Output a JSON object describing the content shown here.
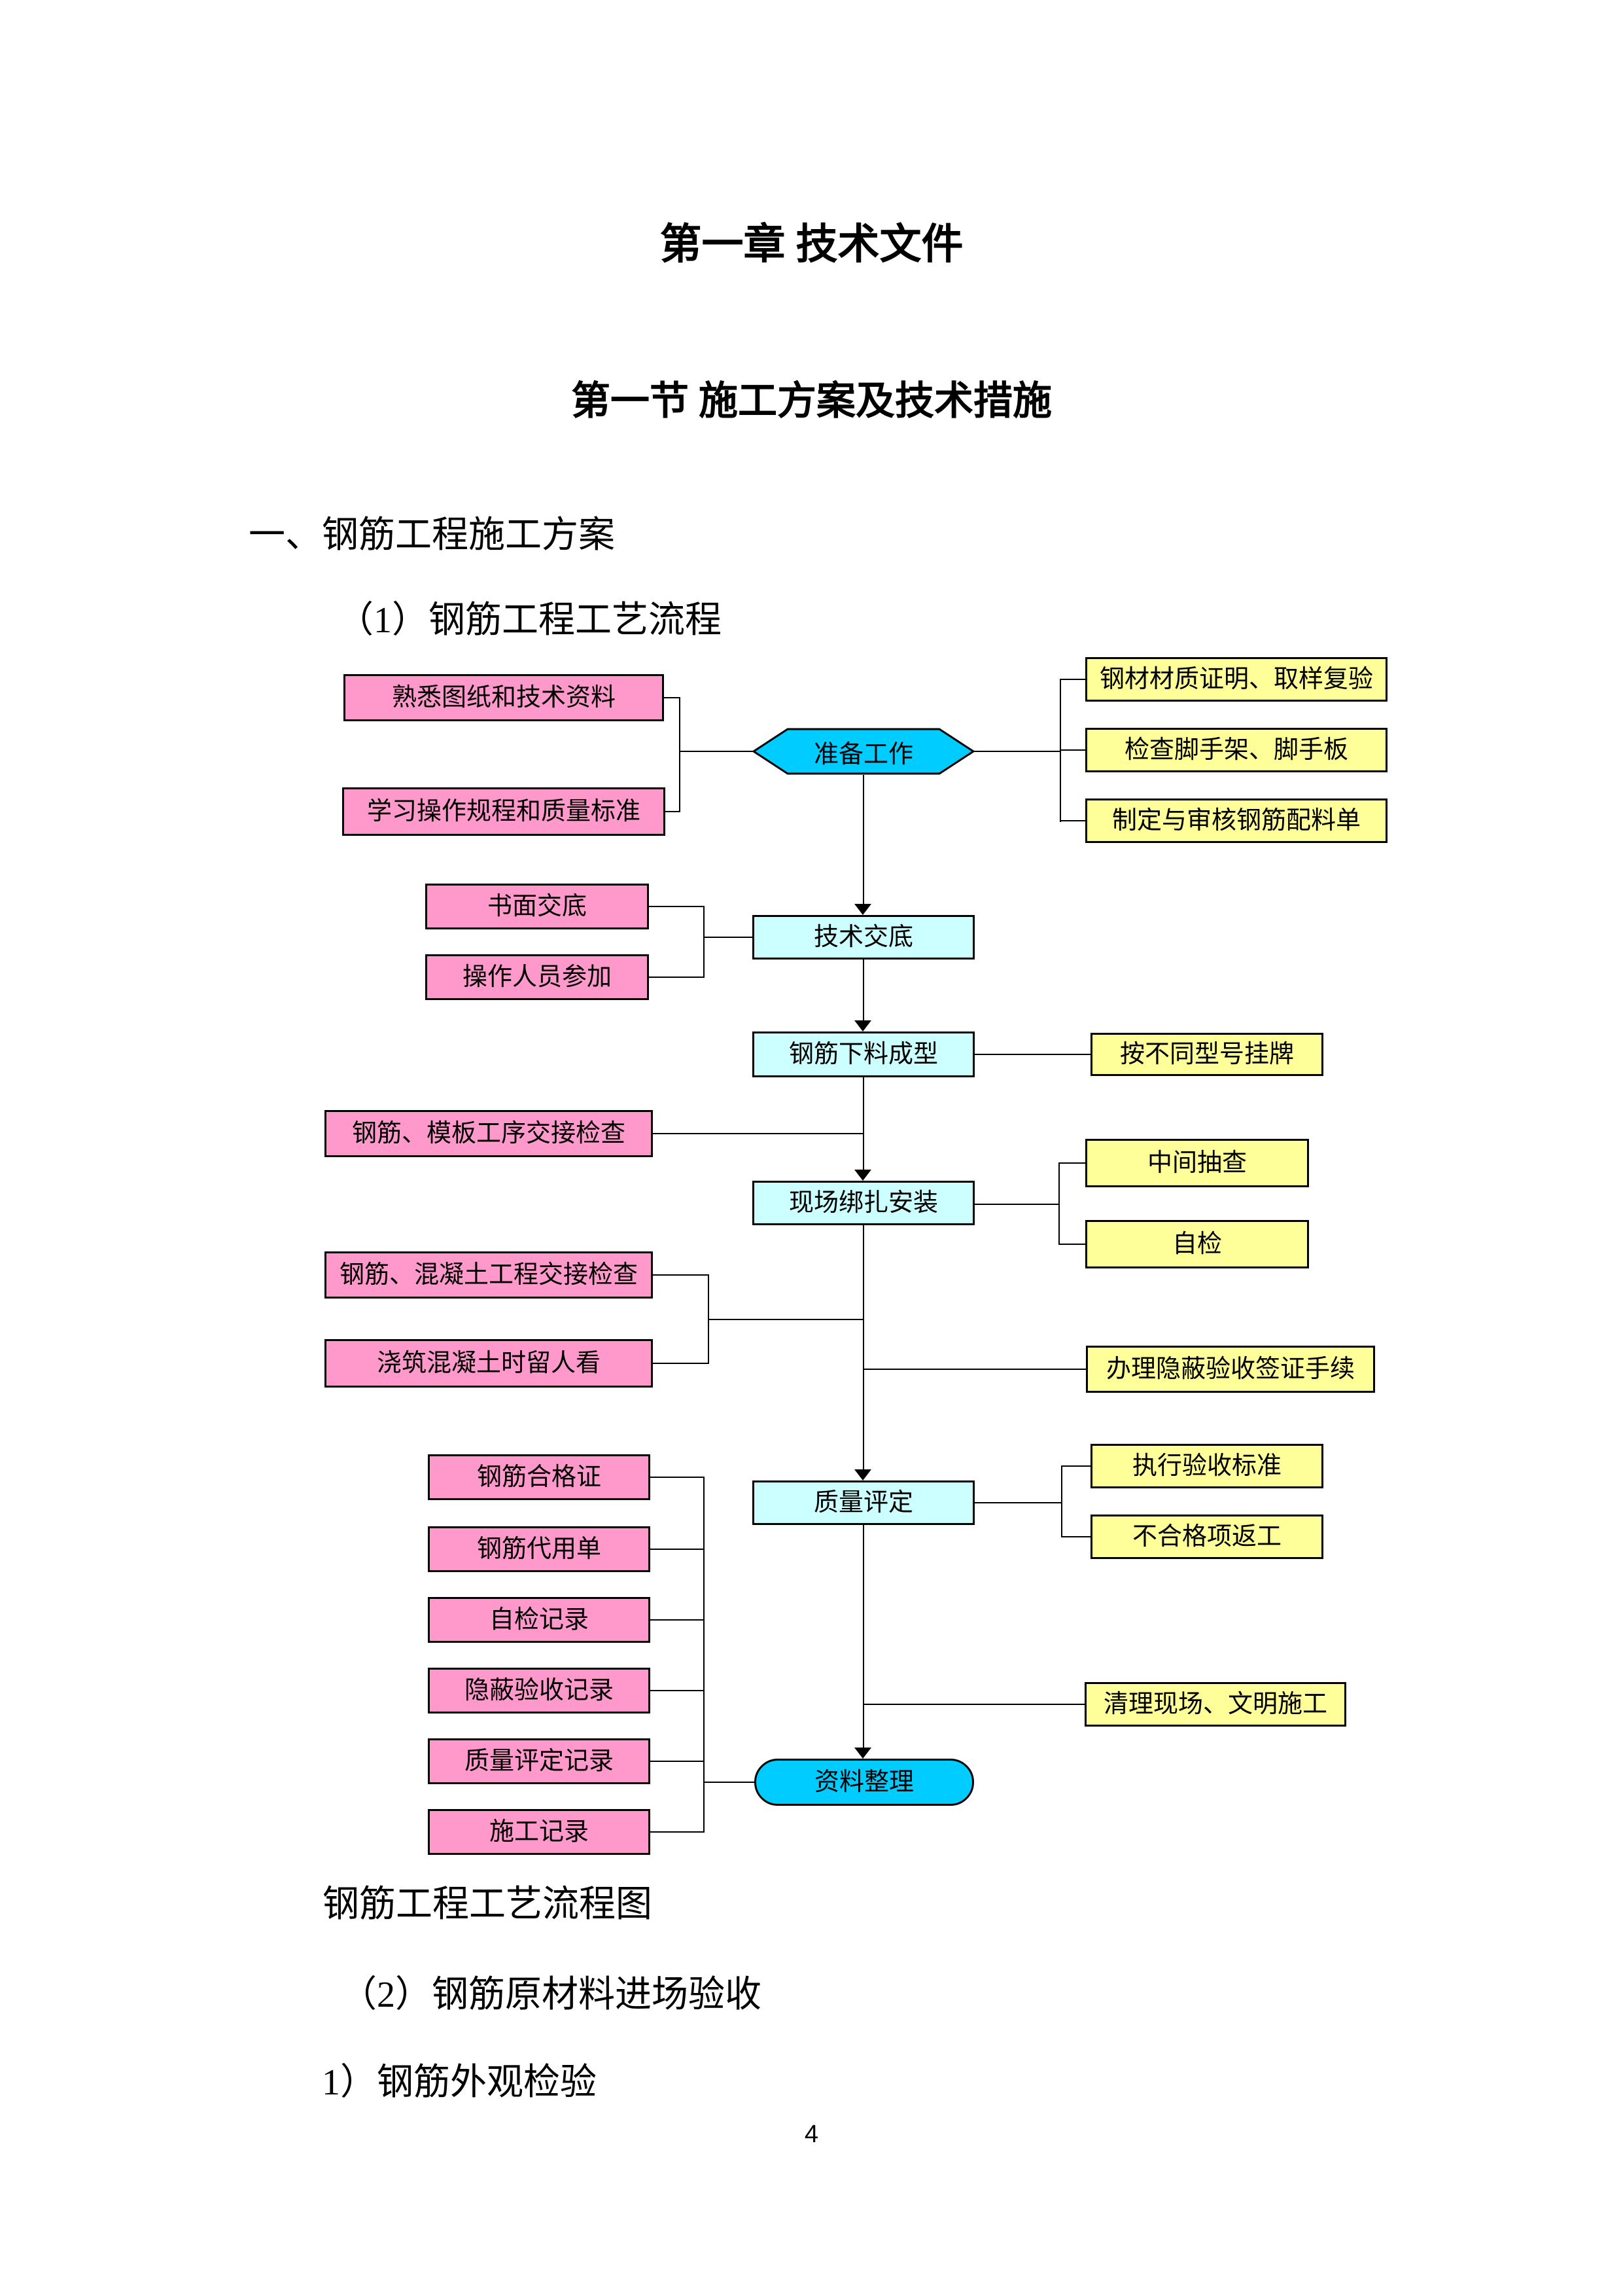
{
  "document": {
    "chapter_title": "第一章 技术文件",
    "section_title": "第一节 施工方案及技术措施",
    "heading_1": "一、钢筋工程施工方案",
    "item_1": "（1）钢筋工程工艺流程",
    "figure_caption": "钢筋工程工艺流程图",
    "item_2": "（2）钢筋原材料进场验收",
    "item_3": "1）钢筋外观检验",
    "page_number": "4"
  },
  "colors": {
    "pink_box": "#FF99CC",
    "yellow_box": "#FFFF99",
    "cyan_shape": "#00CCFF",
    "pale_cyan_box": "#CCFFFF",
    "connector_line": "#000000"
  },
  "flowchart": {
    "center_nodes": [
      {
        "label": "准备工作",
        "shape": "hexagon"
      },
      {
        "label": "技术交底",
        "shape": "rect"
      },
      {
        "label": "钢筋下料成型",
        "shape": "rect"
      },
      {
        "label": "现场绑扎安装",
        "shape": "rect"
      },
      {
        "label": "质量评定",
        "shape": "rect"
      },
      {
        "label": "资料整理",
        "shape": "rounded"
      }
    ],
    "left_boxes": [
      {
        "label": "熟悉图纸和技术资料"
      },
      {
        "label": "学习操作规程和质量标准"
      },
      {
        "label": "书面交底"
      },
      {
        "label": "操作人员参加"
      },
      {
        "label": "钢筋、模板工序交接检查"
      },
      {
        "label": "钢筋、混凝土工程交接检查"
      },
      {
        "label": "浇筑混凝土时留人看"
      },
      {
        "label": "钢筋合格证"
      },
      {
        "label": "钢筋代用单"
      },
      {
        "label": "自检记录"
      },
      {
        "label": "隐蔽验收记录"
      },
      {
        "label": "质量评定记录"
      },
      {
        "label": "施工记录"
      }
    ],
    "right_boxes": [
      {
        "label": "钢材材质证明、取样复验"
      },
      {
        "label": "检查脚手架、脚手板"
      },
      {
        "label": "制定与审核钢筋配料单"
      },
      {
        "label": "按不同型号挂牌"
      },
      {
        "label": "中间抽查"
      },
      {
        "label": "自检"
      },
      {
        "label": "办理隐蔽验收签证手续"
      },
      {
        "label": "执行验收标准"
      },
      {
        "label": "不合格项返工"
      },
      {
        "label": "清理现场、文明施工"
      }
    ]
  }
}
